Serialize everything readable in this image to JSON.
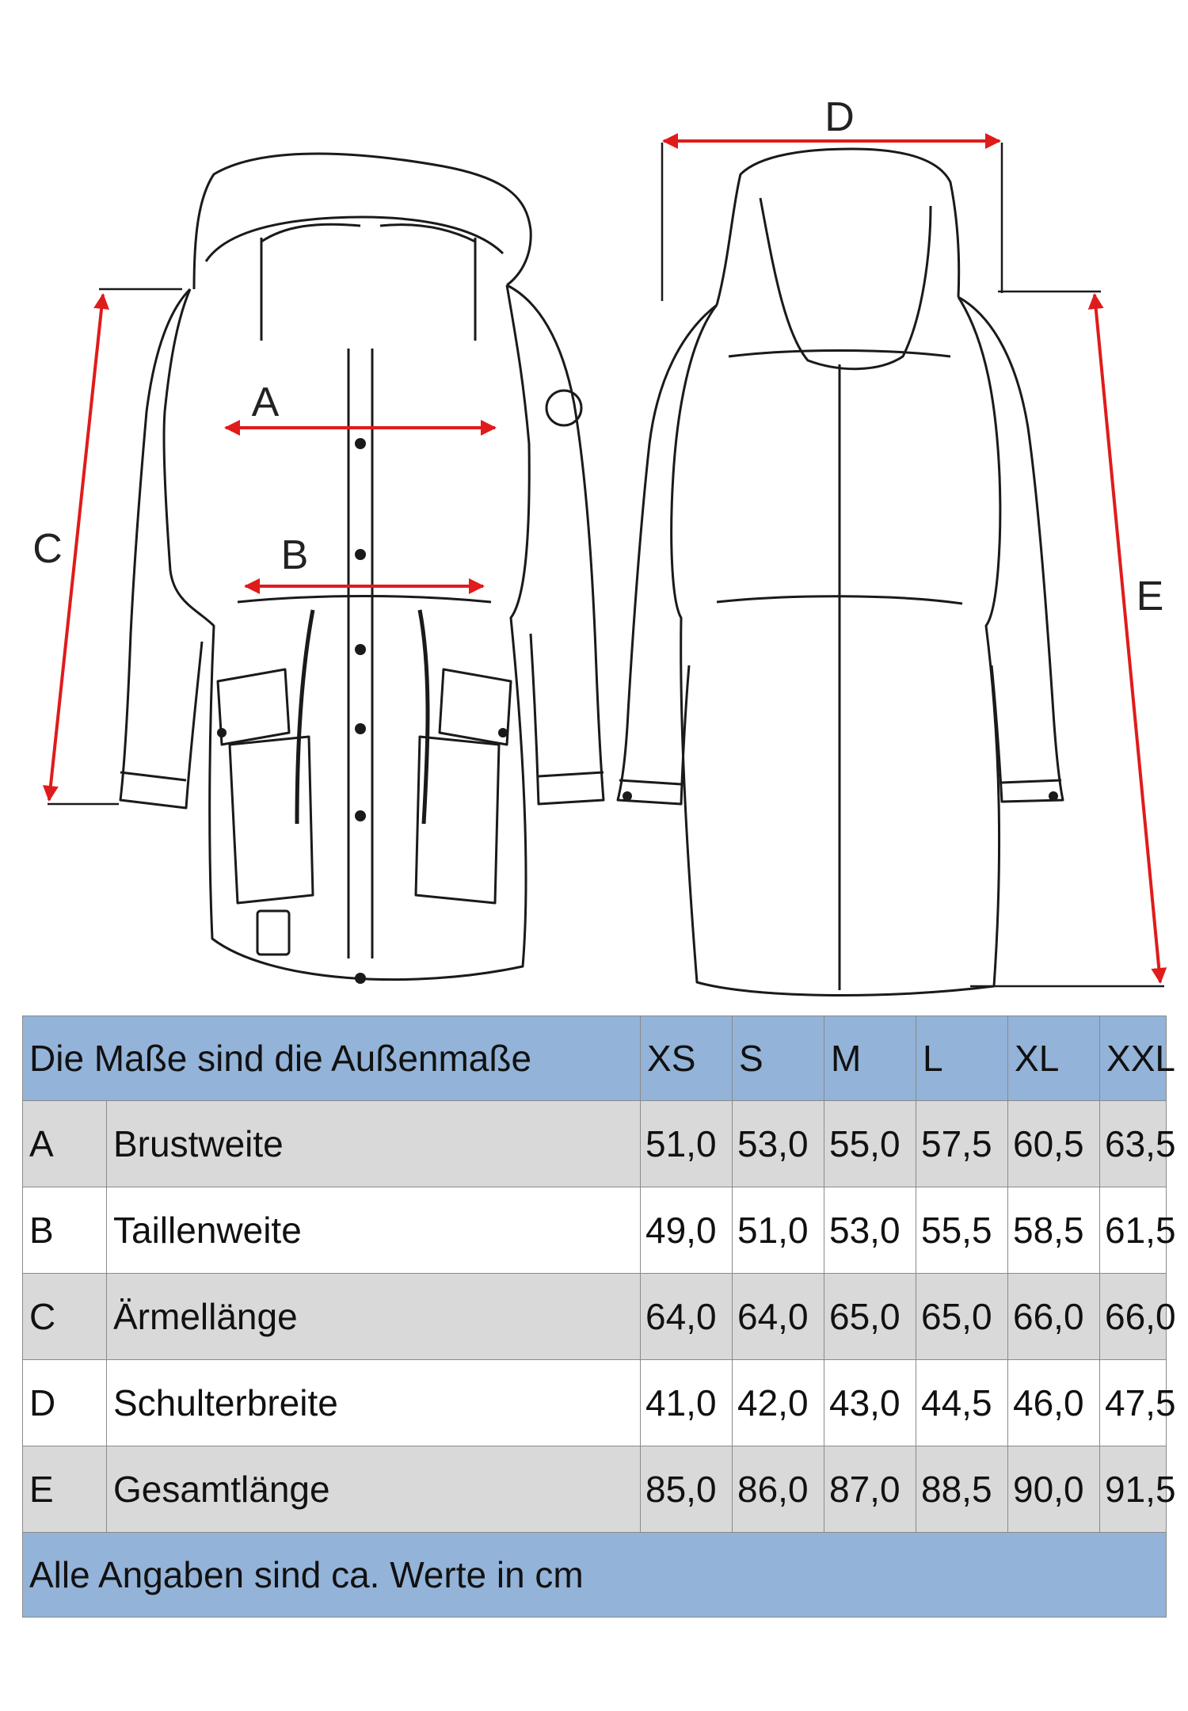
{
  "diagram": {
    "labels": {
      "a": "A",
      "b": "B",
      "c": "C",
      "d": "D",
      "e": "E"
    },
    "colors": {
      "arrow": "#e01b1b",
      "outline": "#1a1a1a"
    }
  },
  "table": {
    "header_label": "Die Maße sind die Außenmaße",
    "sizes": [
      "XS",
      "S",
      "M",
      "L",
      "XL",
      "XXL"
    ],
    "rows": [
      {
        "key": "A",
        "name": "Brustweite",
        "values": [
          "51,0",
          "53,0",
          "55,0",
          "57,5",
          "60,5",
          "63,5"
        ]
      },
      {
        "key": "B",
        "name": "Taillenweite",
        "values": [
          "49,0",
          "51,0",
          "53,0",
          "55,5",
          "58,5",
          "61,5"
        ]
      },
      {
        "key": "C",
        "name": "Ärmellänge",
        "values": [
          "64,0",
          "64,0",
          "65,0",
          "65,0",
          "66,0",
          "66,0"
        ]
      },
      {
        "key": "D",
        "name": "Schulterbreite",
        "values": [
          "41,0",
          "42,0",
          "43,0",
          "44,5",
          "46,0",
          "47,5"
        ]
      },
      {
        "key": "E",
        "name": "Gesamtlänge",
        "values": [
          "85,0",
          "86,0",
          "87,0",
          "88,5",
          "90,0",
          "91,5"
        ]
      }
    ],
    "footer": "Alle Angaben sind ca. Werte in cm",
    "colors": {
      "header_bg": "#93b3d8",
      "row_shaded": "#d9d9d9",
      "row_plain": "#ffffff"
    }
  }
}
